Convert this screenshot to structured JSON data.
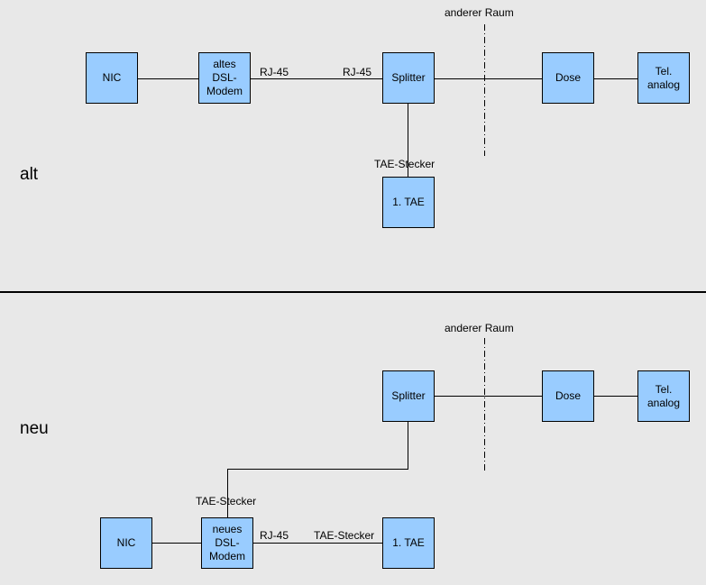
{
  "colors": {
    "background": "#e8e8e8",
    "node_fill": "#99ccff",
    "node_border": "#000000",
    "wire": "#000000",
    "text": "#000000"
  },
  "sections": {
    "alt": {
      "label": "alt",
      "room_label": "anderer Raum",
      "nodes": {
        "nic": "NIC",
        "modem": "altes\nDSL-\nModem",
        "splitter": "Splitter",
        "dose": "Dose",
        "tel": "Tel.\nanalog",
        "tae": "1. TAE"
      },
      "edge_labels": {
        "rj45_a": "RJ-45",
        "rj45_b": "RJ-45",
        "tae_stecker": "TAE-Stecker"
      }
    },
    "neu": {
      "label": "neu",
      "room_label": "anderer Raum",
      "nodes": {
        "nic": "NIC",
        "modem": "neues\nDSL-\nModem",
        "splitter": "Splitter",
        "dose": "Dose",
        "tel": "Tel.\nanalog",
        "tae": "1. TAE"
      },
      "edge_labels": {
        "tae_stecker_modem": "TAE-Stecker",
        "rj45": "RJ-45",
        "tae_stecker_tae": "TAE-Stecker"
      }
    }
  }
}
